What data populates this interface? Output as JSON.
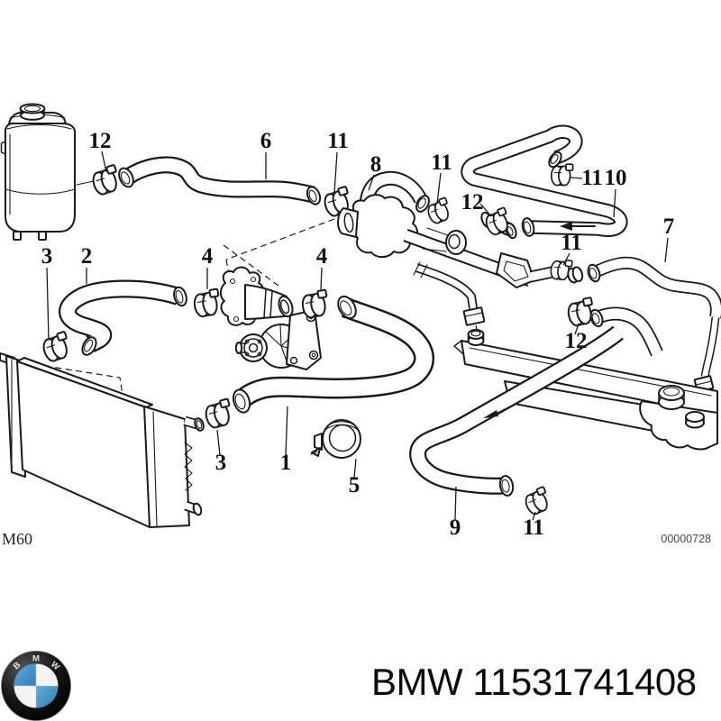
{
  "diagram": {
    "engine_code": "M60",
    "drawing_number": "00000728",
    "callouts": [
      {
        "label": "12"
      },
      {
        "label": "6"
      },
      {
        "label": "11"
      },
      {
        "label": "8"
      },
      {
        "label": "11"
      },
      {
        "label": "12"
      },
      {
        "label": "11"
      },
      {
        "label": "10"
      },
      {
        "label": "7"
      },
      {
        "label": "11"
      },
      {
        "label": "12"
      },
      {
        "label": "3"
      },
      {
        "label": "2"
      },
      {
        "label": "4"
      },
      {
        "label": "4"
      },
      {
        "label": "3"
      },
      {
        "label": "1"
      },
      {
        "label": "5"
      },
      {
        "label": "9"
      },
      {
        "label": "11"
      }
    ]
  },
  "footer": {
    "brand": "BMW",
    "part_number": "11531741408",
    "logo_letters": [
      "B",
      "M",
      "W"
    ]
  },
  "colors": {
    "line": "#1a1a1a",
    "background": "#ffffff",
    "logo_blue": "#3a8fc7",
    "footer_text": "#0a0a0a"
  }
}
